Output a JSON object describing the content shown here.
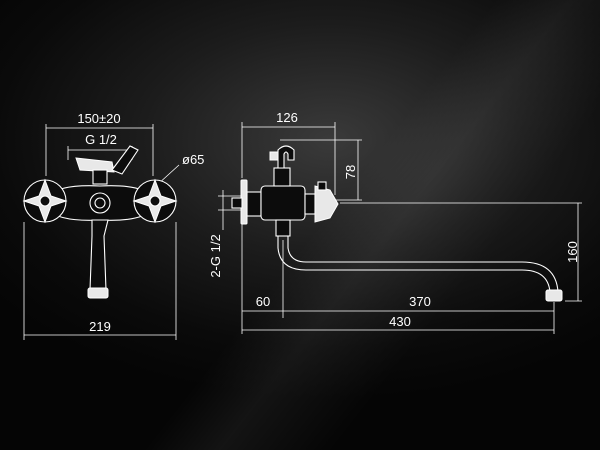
{
  "front_view": {
    "dim_top": "150±20",
    "dim_thread": "G 1/2",
    "dim_diameter": "ø65",
    "dim_bottom": "219"
  },
  "side_view": {
    "dim_top": "126",
    "dim_height_top": "78",
    "dim_thread_vertical": "2-G 1/2",
    "dim_height_right": "160",
    "dim_left": "60",
    "dim_spout": "370",
    "dim_total": "430"
  },
  "colors": {
    "line": "#ffffff",
    "background": "#0a0a0a"
  }
}
